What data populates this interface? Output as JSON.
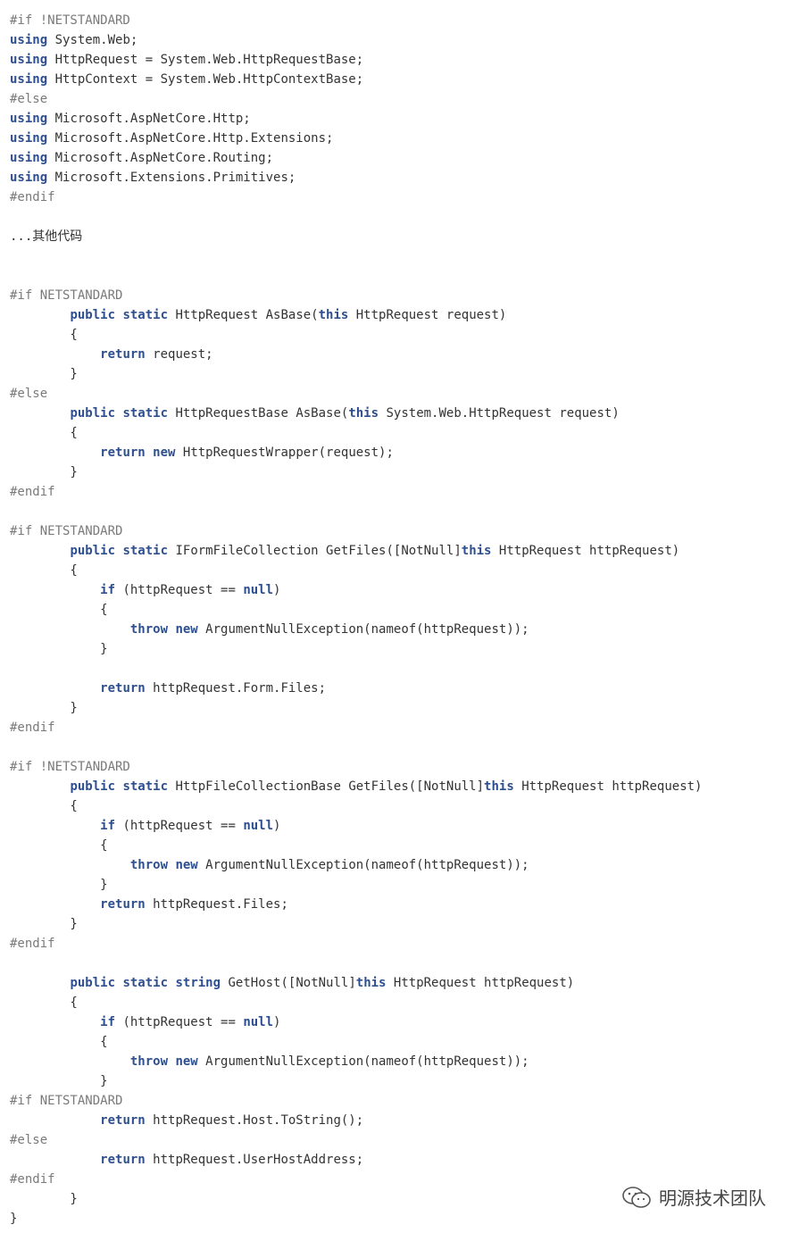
{
  "code_lines": [
    [
      {
        "t": "#if !NETSTANDARD",
        "c": "pp"
      }
    ],
    [
      {
        "t": "using",
        "c": "kw"
      },
      {
        "t": " System.Web;"
      }
    ],
    [
      {
        "t": "using",
        "c": "kw"
      },
      {
        "t": " HttpRequest = System.Web.HttpRequestBase;"
      }
    ],
    [
      {
        "t": "using",
        "c": "kw"
      },
      {
        "t": " HttpContext = System.Web.HttpContextBase;"
      }
    ],
    [
      {
        "t": "#else",
        "c": "pp"
      }
    ],
    [
      {
        "t": "using",
        "c": "kw"
      },
      {
        "t": " Microsoft.AspNetCore.Http;"
      }
    ],
    [
      {
        "t": "using",
        "c": "kw"
      },
      {
        "t": " Microsoft.AspNetCore.Http.Extensions;"
      }
    ],
    [
      {
        "t": "using",
        "c": "kw"
      },
      {
        "t": " Microsoft.AspNetCore.Routing;"
      }
    ],
    [
      {
        "t": "using",
        "c": "kw"
      },
      {
        "t": " Microsoft.Extensions.Primitives;"
      }
    ],
    [
      {
        "t": "#endif",
        "c": "pp"
      }
    ],
    [],
    [
      {
        "t": "...其他代码"
      }
    ],
    [],
    [],
    [
      {
        "t": "#if NETSTANDARD",
        "c": "pp"
      }
    ],
    [
      {
        "t": "        "
      },
      {
        "t": "public",
        "c": "kw"
      },
      {
        "t": " "
      },
      {
        "t": "static",
        "c": "kw"
      },
      {
        "t": " HttpRequest AsBase("
      },
      {
        "t": "this",
        "c": "kw"
      },
      {
        "t": " HttpRequest request)"
      }
    ],
    [
      {
        "t": "        {"
      }
    ],
    [
      {
        "t": "            "
      },
      {
        "t": "return",
        "c": "kw"
      },
      {
        "t": " request;"
      }
    ],
    [
      {
        "t": "        }"
      }
    ],
    [
      {
        "t": "#else",
        "c": "pp"
      }
    ],
    [
      {
        "t": "        "
      },
      {
        "t": "public",
        "c": "kw"
      },
      {
        "t": " "
      },
      {
        "t": "static",
        "c": "kw"
      },
      {
        "t": " HttpRequestBase AsBase("
      },
      {
        "t": "this",
        "c": "kw"
      },
      {
        "t": " System.Web.HttpRequest request)"
      }
    ],
    [
      {
        "t": "        {"
      }
    ],
    [
      {
        "t": "            "
      },
      {
        "t": "return",
        "c": "kw"
      },
      {
        "t": " "
      },
      {
        "t": "new",
        "c": "kw"
      },
      {
        "t": " HttpRequestWrapper(request);"
      }
    ],
    [
      {
        "t": "        }"
      }
    ],
    [
      {
        "t": "#endif",
        "c": "pp"
      }
    ],
    [],
    [
      {
        "t": "#if NETSTANDARD",
        "c": "pp"
      }
    ],
    [
      {
        "t": "        "
      },
      {
        "t": "public",
        "c": "kw"
      },
      {
        "t": " "
      },
      {
        "t": "static",
        "c": "kw"
      },
      {
        "t": " IFormFileCollection GetFiles([NotNull]"
      },
      {
        "t": "this",
        "c": "kw"
      },
      {
        "t": " HttpRequest httpRequest)"
      }
    ],
    [
      {
        "t": "        {"
      }
    ],
    [
      {
        "t": "            "
      },
      {
        "t": "if",
        "c": "kw"
      },
      {
        "t": " (httpRequest == "
      },
      {
        "t": "null",
        "c": "kw"
      },
      {
        "t": ")"
      }
    ],
    [
      {
        "t": "            {"
      }
    ],
    [
      {
        "t": "                "
      },
      {
        "t": "throw",
        "c": "kw"
      },
      {
        "t": " "
      },
      {
        "t": "new",
        "c": "kw"
      },
      {
        "t": " ArgumentNullException(nameof(httpRequest));"
      }
    ],
    [
      {
        "t": "            }"
      }
    ],
    [],
    [
      {
        "t": "            "
      },
      {
        "t": "return",
        "c": "kw"
      },
      {
        "t": " httpRequest.Form.Files;"
      }
    ],
    [
      {
        "t": "        }"
      }
    ],
    [
      {
        "t": "#endif",
        "c": "pp"
      }
    ],
    [],
    [
      {
        "t": "#if !NETSTANDARD",
        "c": "pp"
      }
    ],
    [
      {
        "t": "        "
      },
      {
        "t": "public",
        "c": "kw"
      },
      {
        "t": " "
      },
      {
        "t": "static",
        "c": "kw"
      },
      {
        "t": " HttpFileCollectionBase GetFiles([NotNull]"
      },
      {
        "t": "this",
        "c": "kw"
      },
      {
        "t": " HttpRequest httpRequest)"
      }
    ],
    [
      {
        "t": "        {"
      }
    ],
    [
      {
        "t": "            "
      },
      {
        "t": "if",
        "c": "kw"
      },
      {
        "t": " (httpRequest == "
      },
      {
        "t": "null",
        "c": "kw"
      },
      {
        "t": ")"
      }
    ],
    [
      {
        "t": "            {"
      }
    ],
    [
      {
        "t": "                "
      },
      {
        "t": "throw",
        "c": "kw"
      },
      {
        "t": " "
      },
      {
        "t": "new",
        "c": "kw"
      },
      {
        "t": " ArgumentNullException(nameof(httpRequest));"
      }
    ],
    [
      {
        "t": "            }"
      }
    ],
    [
      {
        "t": "            "
      },
      {
        "t": "return",
        "c": "kw"
      },
      {
        "t": " httpRequest.Files;"
      }
    ],
    [
      {
        "t": "        }"
      }
    ],
    [
      {
        "t": "#endif",
        "c": "pp"
      }
    ],
    [],
    [
      {
        "t": "        "
      },
      {
        "t": "public",
        "c": "kw"
      },
      {
        "t": " "
      },
      {
        "t": "static",
        "c": "kw"
      },
      {
        "t": " "
      },
      {
        "t": "string",
        "c": "kw"
      },
      {
        "t": " GetHost([NotNull]"
      },
      {
        "t": "this",
        "c": "kw"
      },
      {
        "t": " HttpRequest httpRequest)"
      }
    ],
    [
      {
        "t": "        {"
      }
    ],
    [
      {
        "t": "            "
      },
      {
        "t": "if",
        "c": "kw"
      },
      {
        "t": " (httpRequest == "
      },
      {
        "t": "null",
        "c": "kw"
      },
      {
        "t": ")"
      }
    ],
    [
      {
        "t": "            {"
      }
    ],
    [
      {
        "t": "                "
      },
      {
        "t": "throw",
        "c": "kw"
      },
      {
        "t": " "
      },
      {
        "t": "new",
        "c": "kw"
      },
      {
        "t": " ArgumentNullException(nameof(httpRequest));"
      }
    ],
    [
      {
        "t": "            }"
      }
    ],
    [
      {
        "t": "#if NETSTANDARD",
        "c": "pp"
      }
    ],
    [
      {
        "t": "            "
      },
      {
        "t": "return",
        "c": "kw"
      },
      {
        "t": " httpRequest.Host.ToString();"
      }
    ],
    [
      {
        "t": "#else",
        "c": "pp"
      }
    ],
    [
      {
        "t": "            "
      },
      {
        "t": "return",
        "c": "kw"
      },
      {
        "t": " httpRequest.UserHostAddress;"
      }
    ],
    [
      {
        "t": "#endif",
        "c": "pp"
      }
    ],
    [
      {
        "t": "        }"
      }
    ],
    [
      {
        "t": "}"
      }
    ]
  ],
  "watermark": {
    "icon": "wechat-icon",
    "text": "明源技术团队"
  },
  "colors": {
    "keyword": "#2e4f8f",
    "preprocessor": "#7a7a7a",
    "text": "#333333"
  }
}
